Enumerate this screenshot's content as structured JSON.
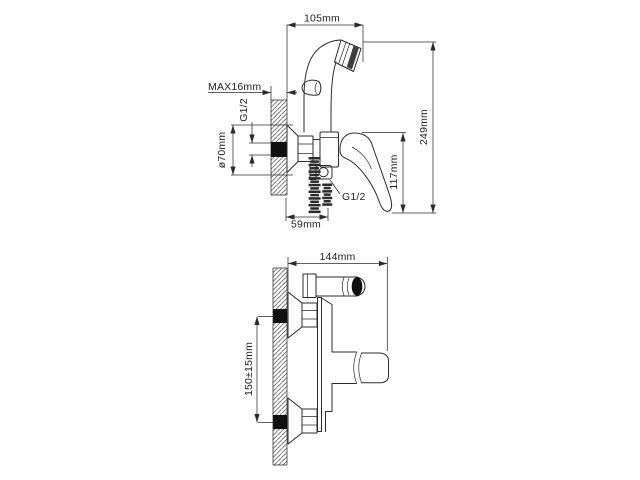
{
  "drawing": {
    "colors": {
      "line": "#2b2b2b",
      "solid_fill": "#101010",
      "background": "#ffffff"
    },
    "top_view": {
      "width": "105mm",
      "wall_thickness_max": "MAX16mm",
      "inlet_thread": "G1/2",
      "flange_diameter": "ø70mm",
      "overall_height": "249mm",
      "handle_height": "117mm",
      "hose_thread": "G1/2",
      "depth": "59mm"
    },
    "bottom_view": {
      "width": "144mm",
      "inlet_spacing": "150±15mm"
    }
  }
}
